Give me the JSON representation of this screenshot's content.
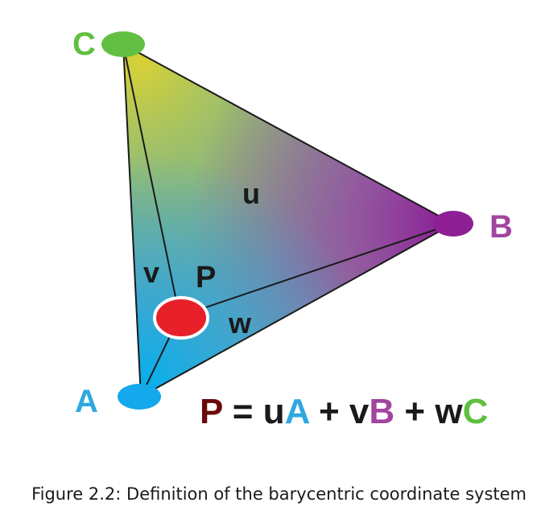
{
  "vertices": {
    "A": {
      "label": "A",
      "color": "#1aa7e6"
    },
    "B": {
      "label": "B",
      "color": "#9b2d9b"
    },
    "C": {
      "label": "C",
      "color": "#5fbf3f"
    }
  },
  "point": {
    "label": "P",
    "color": "#e8202a"
  },
  "regions": {
    "u": "u",
    "v": "v",
    "w": "w"
  },
  "equation": {
    "P": "P",
    "eq": " = ",
    "u": "u",
    "A": "A",
    "plus1": " + ",
    "v": "v",
    "B": "B",
    "plus2": " + ",
    "w": "w",
    "C": "C",
    "P_color": "#6b0a0a",
    "text_color": "#1a1a1a"
  },
  "caption": "Figure 2.2: Definition of the barycentric coordinate system"
}
